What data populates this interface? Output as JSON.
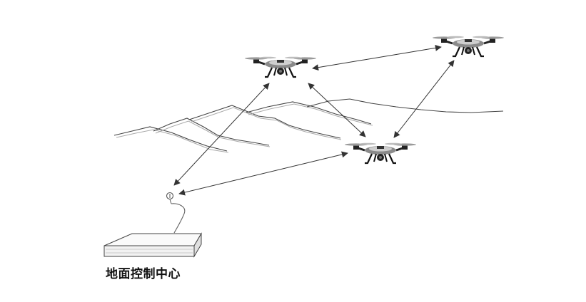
{
  "ground_station": {
    "label": "地面控制中心"
  },
  "nodes": [
    {
      "id": "drone-1",
      "kind": "drone"
    },
    {
      "id": "drone-2",
      "kind": "drone"
    },
    {
      "id": "drone-3",
      "kind": "drone"
    },
    {
      "id": "antenna",
      "kind": "ground-antenna"
    }
  ],
  "links": [
    {
      "from": "drone-1",
      "to": "drone-2",
      "direction": "bidirectional"
    },
    {
      "from": "drone-1",
      "to": "drone-3",
      "direction": "bidirectional"
    },
    {
      "from": "drone-2",
      "to": "drone-3",
      "direction": "bidirectional"
    },
    {
      "from": "drone-1",
      "to": "antenna",
      "direction": "bidirectional"
    },
    {
      "from": "drone-3",
      "to": "antenna",
      "direction": "bidirectional"
    }
  ],
  "colors": {
    "line": "#333333",
    "mountain": "#444444",
    "drone_body": "#555555",
    "drone_dark": "#111111",
    "box_fill": "#f2f2f2"
  }
}
